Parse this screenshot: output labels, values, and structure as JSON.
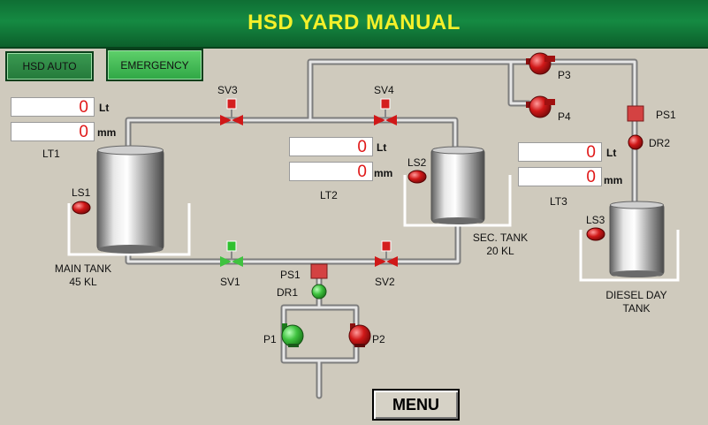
{
  "header": {
    "title": "HSD YARD MANUAL"
  },
  "buttons": {
    "auto": "HSD AUTO",
    "emergency": "EMERGENCY",
    "menu": "MENU"
  },
  "lt1": {
    "label": "LT1",
    "level": "0",
    "level_unit": "Lt",
    "height": "0",
    "height_unit": "mm"
  },
  "lt2": {
    "label": "LT2",
    "level": "0",
    "level_unit": "Lt",
    "height": "0",
    "height_unit": "mm"
  },
  "lt3": {
    "label": "LT3",
    "level": "0",
    "level_unit": "Lt",
    "height": "0",
    "height_unit": "mm"
  },
  "tanks": {
    "main_line1": "MAIN TANK",
    "main_line2": "45 KL",
    "sec_line1": "SEC. TANK",
    "sec_line2": "20 KL",
    "day_line1": "DIESEL DAY",
    "day_line2": "TANK"
  },
  "level_switches": {
    "ls1": "LS1",
    "ls2": "LS2",
    "ls3": "LS3"
  },
  "valves": {
    "sv1": "SV1",
    "sv2": "SV2",
    "sv3": "SV3",
    "sv4": "SV4"
  },
  "pumps": {
    "p1": "P1",
    "p2": "P2",
    "p3": "P3",
    "p4": "P4"
  },
  "sensors": {
    "ps1_lower": "PS1",
    "ps1_upper": "PS1",
    "dr1": "DR1",
    "dr2": "DR2"
  },
  "colors": {
    "title_bg": "#158a42",
    "title_text": "#f4f02a",
    "background": "#cfcabd",
    "running": "#3fc23f",
    "stopped": "#d01818",
    "value_text": "#e01818"
  }
}
